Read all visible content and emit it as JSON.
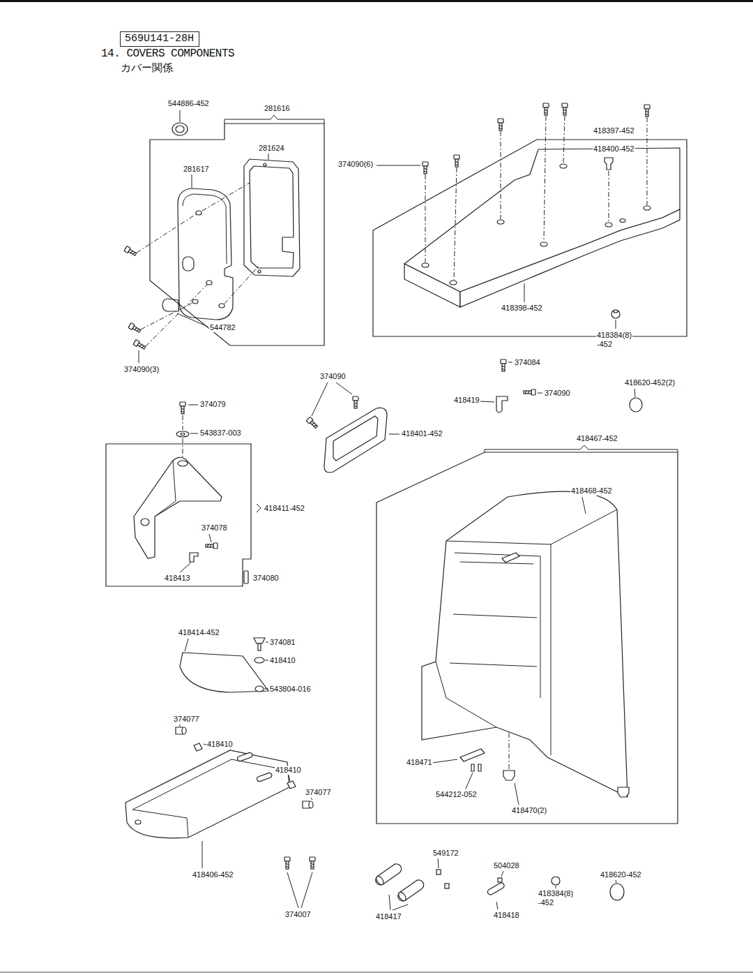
{
  "diagram": {
    "title": "14. COVERS COMPONENTS",
    "nodes": [
      {
        "text": [
          "569U141-28H"
        ]
      },
      {
        "text": [
          "281616"
        ]
      },
      {
        "text": [
          "418397-452"
        ]
      },
      {
        "text": [
          "418411-452"
        ]
      },
      {
        "text": [
          "418467-452"
        ]
      }
    ],
    "labels": [
      "カバー関係",
      "544886-452",
      "281624",
      "281617",
      "544782",
      "374090(3)",
      "374090(6)",
      "418400-452",
      "418398-452",
      "418384(8) -452",
      "374084",
      "374090",
      "418419",
      "374090",
      "418620-452(2)",
      "374079",
      "543837-003",
      "418401-452",
      "418468-452",
      "374078",
      "418413",
      "374080",
      "418414-452",
      "374081",
      "418410",
      "543804-016",
      "374077",
      "418410",
      "418410",
      "374077",
      "418471",
      "544212-052",
      "418470(2)",
      "549172",
      "504028",
      "418406-452",
      "418620-452",
      "418384(8) -452",
      "374007",
      "418417",
      "418418"
    ]
  }
}
